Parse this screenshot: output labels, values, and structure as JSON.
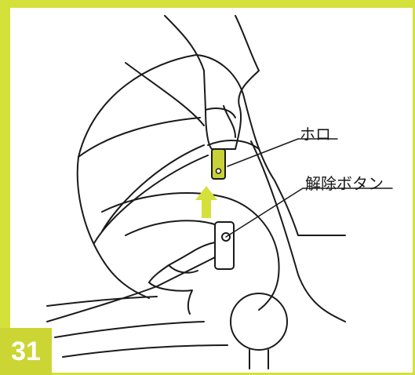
{
  "step": {
    "number": "31"
  },
  "labels": {
    "horo": "ホロ",
    "release_button": "解除ボタン"
  },
  "colors": {
    "accent": "#d4e13a",
    "accent_badge": "#cbd634",
    "ink": "#1a1a1a",
    "clip_fill": "#c9d13a",
    "background": "#ffffff"
  },
  "icons": {
    "up_arrow": "up-arrow-icon"
  }
}
